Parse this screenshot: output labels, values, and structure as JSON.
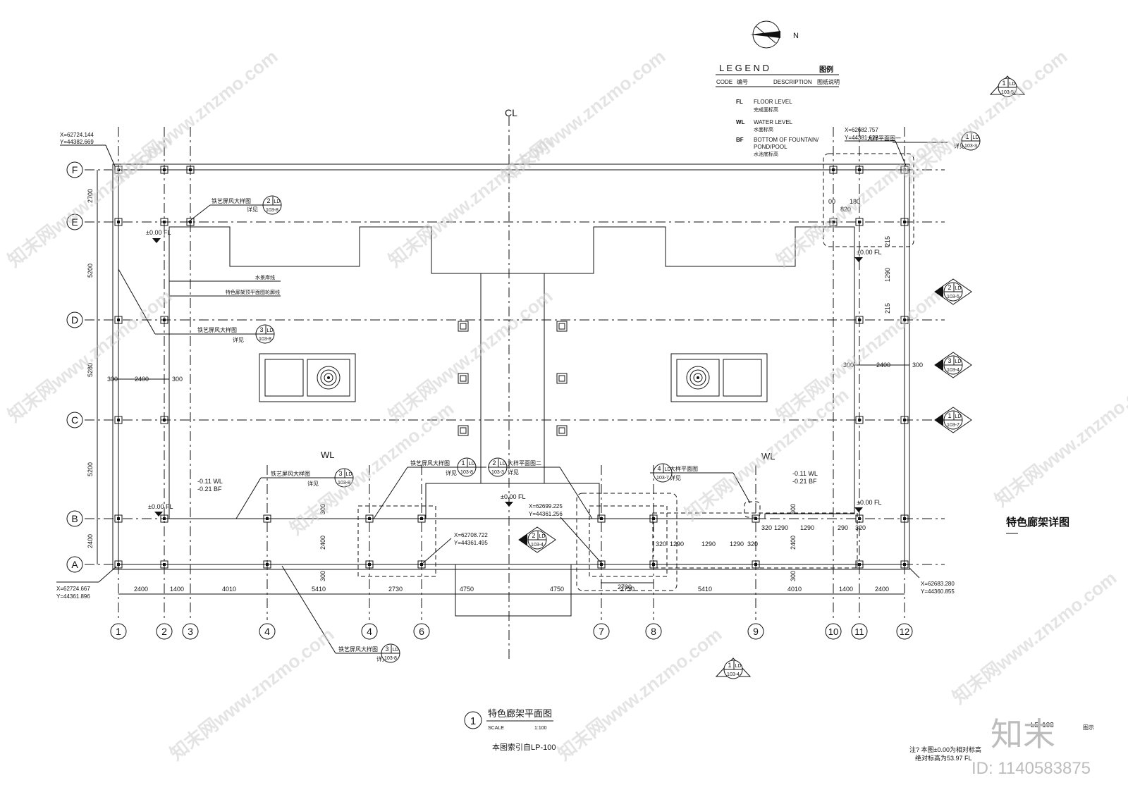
{
  "north": {
    "label": "N"
  },
  "legend": {
    "title": "L E G E N D",
    "title_cn": "图例",
    "col_code": "CODE",
    "col_code_cn": "编号",
    "col_desc": "DESCRIPTION",
    "col_desc_cn": "图纸说明",
    "items": [
      {
        "code": "FL",
        "desc": "FLOOR LEVEL",
        "desc_cn": "完成面标高"
      },
      {
        "code": "WL",
        "desc": "WATER LEVEL",
        "desc_cn": "水面标高"
      },
      {
        "code": "BF",
        "desc": "BOTTOM OF FOUNTAIN/",
        "desc2": "POND/POOL",
        "desc_cn": "水池底标高"
      }
    ]
  },
  "centerline": "CL",
  "grid": {
    "rows": [
      "F",
      "E",
      "D",
      "C",
      "B",
      "A"
    ],
    "cols": [
      "1",
      "2",
      "3",
      "4",
      "4",
      "6",
      "7",
      "8",
      "9",
      "10",
      "11",
      "12"
    ],
    "row_dims": [
      "2700",
      "5200",
      "5280",
      "5200",
      "2400"
    ],
    "col_dims": [
      "2400",
      "1400",
      "4010",
      "5410",
      "2730",
      "4750",
      "4750",
      "2730",
      "5410",
      "4010",
      "1400",
      "2400"
    ]
  },
  "coords": [
    {
      "x": "X=62724.144",
      "y": "Y=44382.669"
    },
    {
      "x": "X=62682.757",
      "y": "Y=44381.628"
    },
    {
      "x": "X=62724.667",
      "y": "Y=44361.896"
    },
    {
      "x": "X=62683.280",
      "y": "Y=44360.855"
    },
    {
      "x": "X=62708.722",
      "y": "Y=44361.495"
    },
    {
      "x": "X=62699.225",
      "y": "Y=44361.256"
    }
  ],
  "levels": {
    "fl0": "±0.00 FL",
    "wl_left": "-0.11 WL",
    "bf_left": "-0.21 BF",
    "wl_right": "-0.11 WL",
    "bf_right": "-0.21 BF",
    "wl": "WL"
  },
  "callouts": {
    "screen_detail": "铁艺屏风大样图",
    "see": "详见",
    "water_line": "水景岸线",
    "pergola_outline": "特色廊架顶平面图轮廓线",
    "detail_plan_1": "大样平面图一",
    "detail_plan_2": "大样平面图二",
    "detail_plan": "大样平面图",
    "ld": "LD",
    "refs": {
      "r2_8": "103-8",
      "r3_8": "103-8",
      "r1_8": "103-8",
      "r1_3": "103-3",
      "r2_3": "103-3",
      "r1_5": "103-5",
      "r2_5": "103-5",
      "r3_4": "103-4",
      "r1_7": "103-7",
      "r4_7": "103-7",
      "r2_4": "103-4",
      "r1_4": "103-4"
    },
    "nums": {
      "n1": "1",
      "n2": "2",
      "n3": "3",
      "n4": "4"
    }
  },
  "dims_misc": {
    "d300": "300",
    "d2400": "2400",
    "d180": "180",
    "d820": "820",
    "d00": "00",
    "d1290": "1290",
    "d320": "320",
    "d290": "290",
    "d2730": "2730",
    "d215": "215"
  },
  "side_title": "特色廊架详图",
  "plan_title": {
    "num": "1",
    "text": "特色廊架平面图",
    "scale_label": "SCALE",
    "scale": "1:100"
  },
  "index_note": "本图索引自LP-100",
  "notes": {
    "line1": "注? 本图±0.00为相对标高",
    "line2": "绝对标高为53.97 FL",
    "sheet": "LD-103",
    "legend_label": "图示"
  },
  "watermark": {
    "text": "知末网www.znzmo.com",
    "brand": "知末",
    "id": "ID: 1140583875"
  }
}
